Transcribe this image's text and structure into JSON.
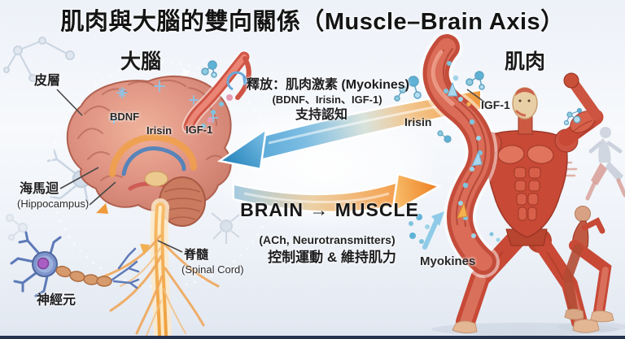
{
  "title": "肌肉與大腦的雙向關係（Muscle–Brain Axis）",
  "brain": {
    "heading": "大腦",
    "cortex": "皮層",
    "bdnf": "BDNF",
    "irisin": "Irisin",
    "igf1": "IGF-1",
    "hippocampus_zh": "海馬迴",
    "hippocampus_en": "(Hippocampus)",
    "spinal_zh": "脊髓",
    "spinal_en": "(Spinal Cord)",
    "neuron": "神經元"
  },
  "muscle": {
    "heading": "肌肉",
    "igf1": "IGF-1",
    "irisin": "Irisin",
    "myokines": "Myokines"
  },
  "muscle_to_brain": {
    "line1": "釋放：肌肉激素 (Myokines)",
    "line2": "(BDNF、Irisin、IGF-1)",
    "line3": "支持認知"
  },
  "brain_to_muscle": {
    "heading": "BRAIN → MUSCLE",
    "line1": "(ACh, Neurotransmitters)",
    "line2": "控制運動 & 維持肌力"
  },
  "colors": {
    "background_top": "#edf1f8",
    "background_bottom": "#e3e9f2",
    "footer_bar": "#24324f",
    "arrow_blue": "#4aa6d8",
    "arrow_orange": "#f08a2e",
    "brain_pink": "#d4887a",
    "muscle_red": "#c74936",
    "spinal_orange": "#f2a13c",
    "molecule_teal": "#7fc4de",
    "text_dark": "#1d1d1f"
  }
}
